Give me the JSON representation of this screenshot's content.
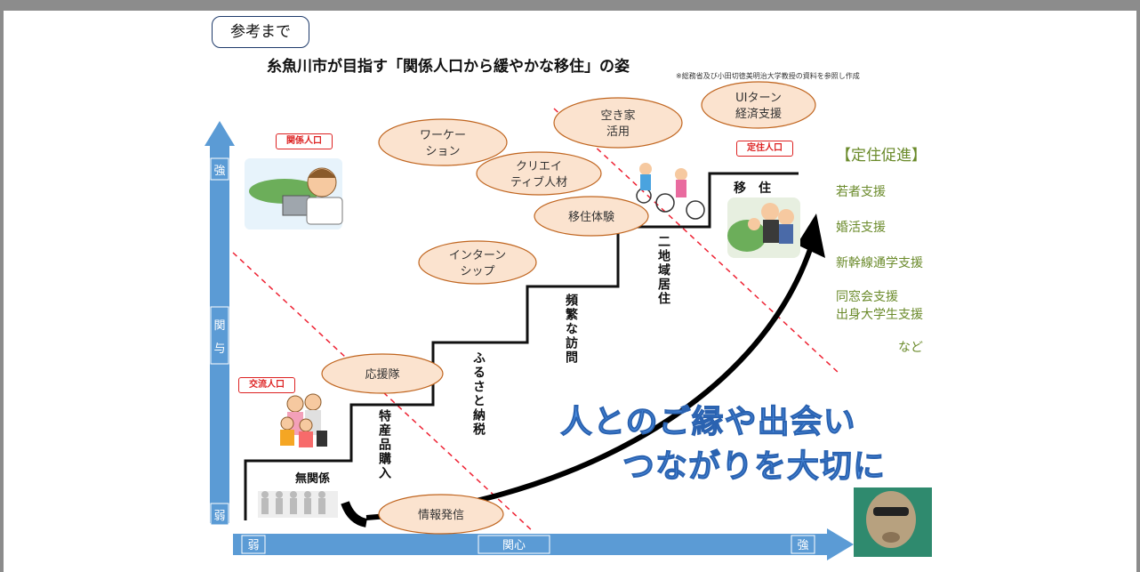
{
  "callout": "参考まで",
  "title": "糸魚川市が目指す「関係人口から緩やかな移住」の姿",
  "note": "※総務省及び小田切徳美明治大学教授の資料を参照し作成",
  "axes": {
    "y_strong": "強",
    "y_mid1": "関",
    "y_mid2": "与",
    "y_weak": "弱",
    "x_weak": "弱",
    "x_mid": "関心",
    "x_strong": "強"
  },
  "badges": {
    "kankei": "関係人口",
    "koryu": "交流人口",
    "teiju": "定住人口"
  },
  "clouds": {
    "workation_1": "ワーケー",
    "workation_2": "ション",
    "akiya_1": "空き家",
    "akiya_2": "活用",
    "uiturn_1": "UIターン",
    "uiturn_2": "経済支援",
    "creative_1": "クリエイ",
    "creative_2": "ティブ人材",
    "ijutaiken": "移住体験",
    "intern_1": "インターン",
    "intern_2": "シップ",
    "ouentai": "応援隊",
    "johohasshin": "情報発信"
  },
  "stairs": {
    "mukankei": "無関係",
    "tokusanhin": "特産品購入",
    "furusato": "ふるさと納税",
    "hinpan": "頻繁な訪問",
    "nichiiki": "二地域居住",
    "iju": "移　住"
  },
  "teiju_sokushin": {
    "heading": "【定住促進】",
    "items": [
      "若者支援",
      "婚活支援",
      "新幹線通学支援",
      "同窓会支援",
      "出身大学生支援",
      "など"
    ]
  },
  "slogan": {
    "line1": "人とのご縁や出会い",
    "line2": "つながりを大切に"
  },
  "colors": {
    "arrow_blue": "#5b9bd5",
    "slogan_blue": "#4d8ee0",
    "badge_red": "#dd2222",
    "green": "#6a8a2a",
    "cloud_fill": "#fbe3cf",
    "cloud_stroke": "#c0651f"
  }
}
